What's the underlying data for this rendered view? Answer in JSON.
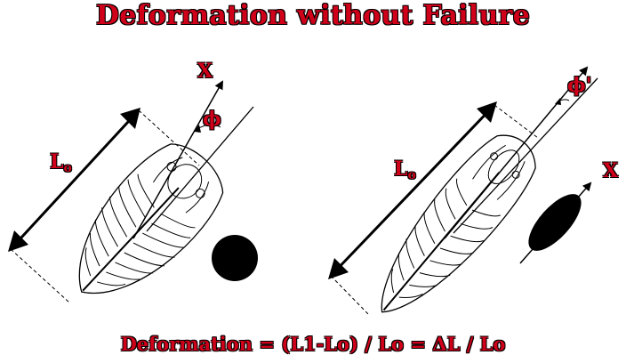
{
  "title": "Deformation without Failure",
  "formula": "Deformation = (L1-Lo) / Lo = ΔL / Lo",
  "left": {
    "length_label": "L",
    "length_sub": "o",
    "axis_label": "X",
    "angle_label": "ϕ"
  },
  "right": {
    "length_label": "L",
    "length_sub": "o",
    "axis_label": "X",
    "angle_label": "ϕ'"
  },
  "colors": {
    "label_red": "#d1001a",
    "outline": "#000000"
  }
}
